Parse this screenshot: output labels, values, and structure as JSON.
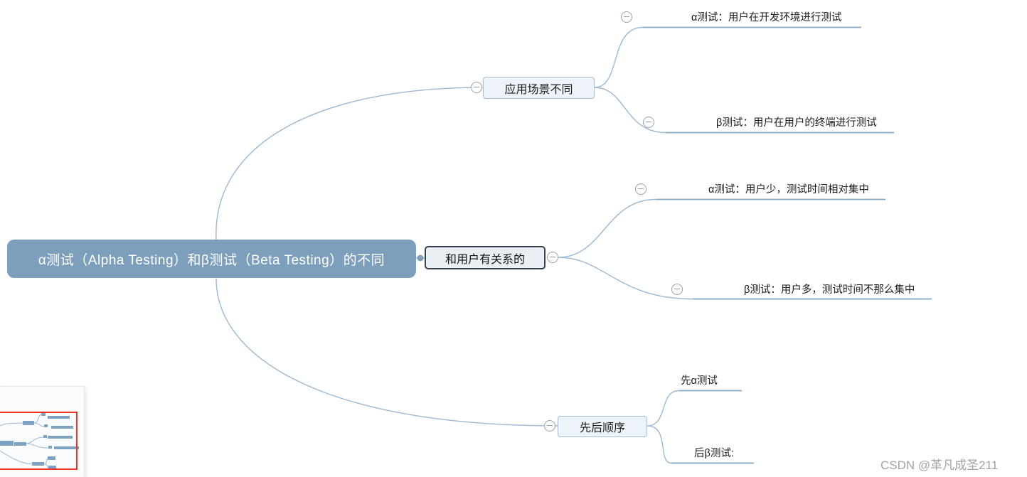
{
  "root": {
    "label": "α测试（Alpha Testing）和β测试（Beta Testing）的不同"
  },
  "branches": [
    {
      "label": "应用场景不同",
      "children": [
        "α测试：用户在开发环境进行测试",
        "β测试：用户在用户的终端进行测试"
      ]
    },
    {
      "label": "和用户有关系的",
      "children": [
        "α测试：用户少，测试时间相对集中",
        "β测试：用户多，测试时间不那么集中"
      ]
    },
    {
      "label": "先后顺序",
      "children": [
        "先α测试",
        "后β测试:"
      ]
    }
  ],
  "watermark": "CSDN @革凡成圣211",
  "colors": {
    "root_fill": "#7d9fbc",
    "branch_fill": "#edf3f9",
    "branch_border": "#a3c0d8",
    "selected_border": "#33424e",
    "curve": "#9cb9d3",
    "underline": "#82a9c9",
    "minimap_viewport_border": "#ee3524",
    "watermark_text": "#a3a3a3"
  },
  "icons": {
    "collapse": "minus-circle"
  }
}
